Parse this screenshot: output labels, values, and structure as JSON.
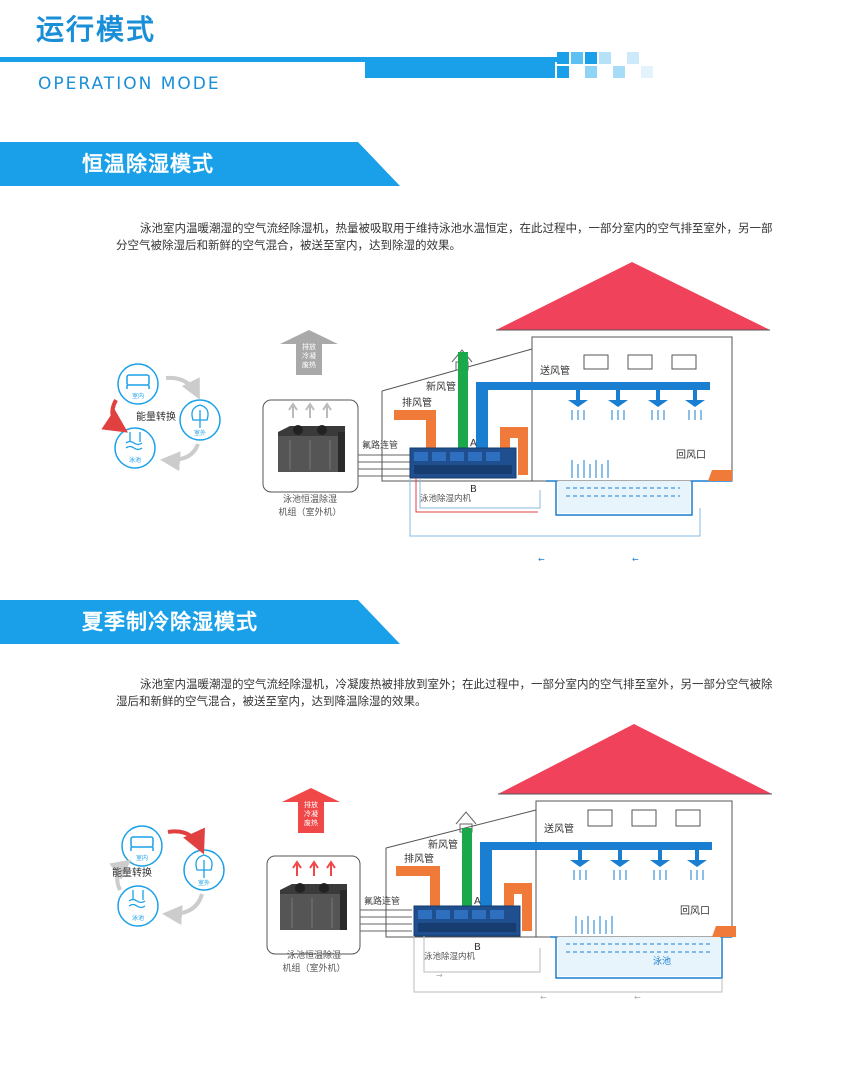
{
  "header": {
    "title_cn": "运行模式",
    "title_en": "OPERATION   MODE",
    "accent_color": "#1aa0e8"
  },
  "sections": [
    {
      "title": "恒温除湿模式",
      "desc": "泳池室内温暖潮湿的空气流经除湿机，热量被吸取用于维持泳池水温恒定，在此过程中，一部分室内的空气排至室外，另一部分空气被除湿后和新鲜的空气混合，被送至室内，达到除湿的效果。",
      "labels": {
        "exhaust_vertical": "排放冷凝废热",
        "indoor": "室内",
        "outdoor": "室外",
        "pool_icon": "泳池",
        "energy": "能量转换",
        "fresh_air": "新风管",
        "exhaust_pipe": "排风管",
        "supply": "送风管",
        "return": "回风口",
        "refrigerant": "氟路连管",
        "unit": "泳池恒温除湿机组（室外机）",
        "indoor_unit": "泳池除湿内机",
        "a": "A",
        "b": "B",
        "pool": ""
      },
      "exhaust_color": "#a9a9a9"
    },
    {
      "title": "夏季制冷除湿模式",
      "desc": "泳池室内温暖潮湿的空气流经除湿机，冷凝废热被排放到室外；在此过程中，一部分室内的空气排至室外，另一部分空气被除湿后和新鲜的空气混合，被送至室内，达到降温除湿的效果。",
      "labels": {
        "exhaust_vertical": "排放冷凝废热",
        "indoor": "室内",
        "outdoor": "室外",
        "pool_icon": "泳池",
        "energy": "能量转换",
        "fresh_air": "新风管",
        "exhaust_pipe": "排风管",
        "supply": "送风管",
        "return": "回风口",
        "refrigerant": "氟路连管",
        "unit": "泳池恒温除湿机组（室外机）",
        "indoor_unit": "泳池除湿内机",
        "a": "A",
        "b": "B",
        "pool": "泳池"
      },
      "exhaust_color": "#f04848"
    }
  ]
}
